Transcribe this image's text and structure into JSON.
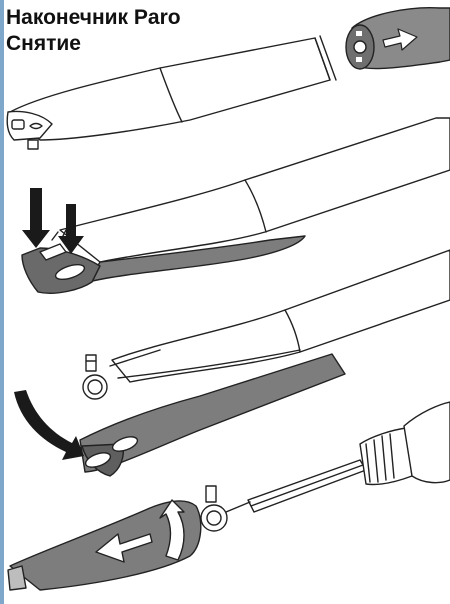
{
  "heading": {
    "title": "Наконечник Paro",
    "subtitle": "Снятие"
  },
  "illustration": {
    "steps": [
      "handpiece-with-coupling-removed",
      "press-down-on-head",
      "head-lifted-open",
      "slide-sleeve-off"
    ],
    "ink_color": "#222222",
    "shade_gray": "#7d7d7d",
    "light_gray": "#bdbdbd",
    "background": "#ffffff"
  }
}
